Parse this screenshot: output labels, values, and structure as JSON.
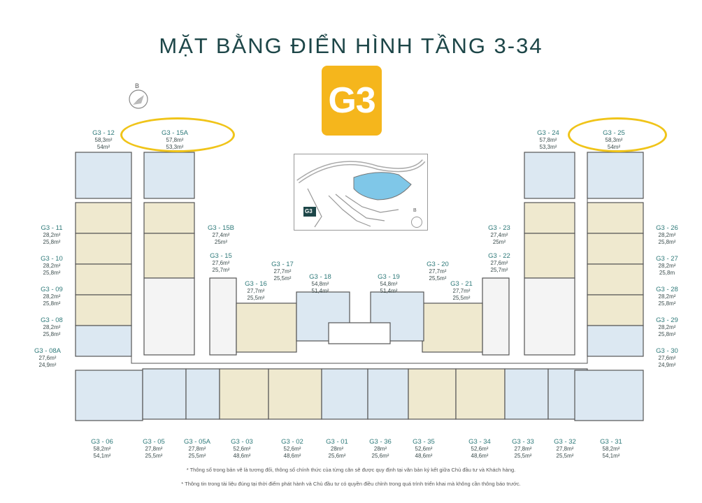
{
  "title": "MẶT BẰNG ĐIỂN HÌNH TẦNG 3-34",
  "building": "G3",
  "compass_letter": "B",
  "map": {
    "label": "G3",
    "compass": "B"
  },
  "colors": {
    "badge": "#f5b61c",
    "highlight": "#f0c419",
    "unit_blue": "#dce8f2",
    "unit_beige": "#efe9cf",
    "text_teal": "#2f7a7a"
  },
  "units": [
    {
      "code": "G3 - 12",
      "a1": "58,3m²",
      "a2": "54m²"
    },
    {
      "code": "G3 - 15A",
      "a1": "57,8m²",
      "a2": "53,3m²"
    },
    {
      "code": "G3 - 24",
      "a1": "57,8m²",
      "a2": "53,3m²"
    },
    {
      "code": "G3 - 25",
      "a1": "58,3m²",
      "a2": "54m²"
    },
    {
      "code": "G3 - 11",
      "a1": "28,2m²",
      "a2": "25,8m²"
    },
    {
      "code": "G3 - 10",
      "a1": "28,2m²",
      "a2": "25,8m²"
    },
    {
      "code": "G3 - 09",
      "a1": "28,2m²",
      "a2": "25,8m²"
    },
    {
      "code": "G3 - 08",
      "a1": "28,2m²",
      "a2": "25,8m²"
    },
    {
      "code": "G3 - 08A",
      "a1": "27,6m²",
      "a2": "24,9m²"
    },
    {
      "code": "G3 - 15B",
      "a1": "27,4m²",
      "a2": "25m²"
    },
    {
      "code": "G3 - 15",
      "a1": "27,6m²",
      "a2": "25,7m²"
    },
    {
      "code": "G3 - 17",
      "a1": "27,7m²",
      "a2": "25,5m²"
    },
    {
      "code": "G3 - 16",
      "a1": "27,7m²",
      "a2": "25,5m²"
    },
    {
      "code": "G3 - 18",
      "a1": "54,8m²",
      "a2": "51,4m²"
    },
    {
      "code": "G3 - 19",
      "a1": "54,8m²",
      "a2": "51,4m²"
    },
    {
      "code": "G3 - 20",
      "a1": "27,7m²",
      "a2": "25,5m²"
    },
    {
      "code": "G3 - 21",
      "a1": "27,7m²",
      "a2": "25,5m²"
    },
    {
      "code": "G3 - 23",
      "a1": "27,4m²",
      "a2": "25m²"
    },
    {
      "code": "G3 - 22",
      "a1": "27,6m²",
      "a2": "25,7m²"
    },
    {
      "code": "G3 - 26",
      "a1": "28,2m²",
      "a2": "25,8m²"
    },
    {
      "code": "G3 - 27",
      "a1": "28,2m²",
      "a2": "25,8m"
    },
    {
      "code": "G3 - 28",
      "a1": "28,2m²",
      "a2": "25,8m²"
    },
    {
      "code": "G3 - 29",
      "a1": "28,2m²",
      "a2": "25,8m²"
    },
    {
      "code": "G3 - 30",
      "a1": "27,6m²",
      "a2": "24,9m²"
    },
    {
      "code": "G3 - 06",
      "a1": "58,2m²",
      "a2": "54,1m²"
    },
    {
      "code": "G3 - 05",
      "a1": "27,8m²",
      "a2": "25,5m²"
    },
    {
      "code": "G3 - 05A",
      "a1": "27,8m²",
      "a2": "25,5m²"
    },
    {
      "code": "G3 - 03",
      "a1": "52,6m²",
      "a2": "48,6m²"
    },
    {
      "code": "G3 - 02",
      "a1": "52,6m²",
      "a2": "48,6m²"
    },
    {
      "code": "G3 - 01",
      "a1": "28m²",
      "a2": "25,6m²"
    },
    {
      "code": "G3 - 36",
      "a1": "28m²",
      "a2": "25,6m²"
    },
    {
      "code": "G3 - 35",
      "a1": "52,6m²",
      "a2": "48,6m²"
    },
    {
      "code": "G3 - 34",
      "a1": "52,6m²",
      "a2": "48,6m²"
    },
    {
      "code": "G3 - 33",
      "a1": "27,8m²",
      "a2": "25,5m²"
    },
    {
      "code": "G3 - 32",
      "a1": "27,8m²",
      "a2": "25,5m²"
    },
    {
      "code": "G3 - 31",
      "a1": "58,2m²",
      "a2": "54,1m²"
    }
  ],
  "notes": [
    "* Thông số trong bản vẽ là tương đối, thông số chính thức của từng căn sẽ được quy định tại văn bản ký kết giữa Chủ đầu tư và Khách hàng.",
    "* Thông tin trong tài liệu đúng tại thời điểm phát hành và Chủ đầu tư có quyền điều chỉnh trong quá trình triển khai mà không cần thông báo trước."
  ]
}
